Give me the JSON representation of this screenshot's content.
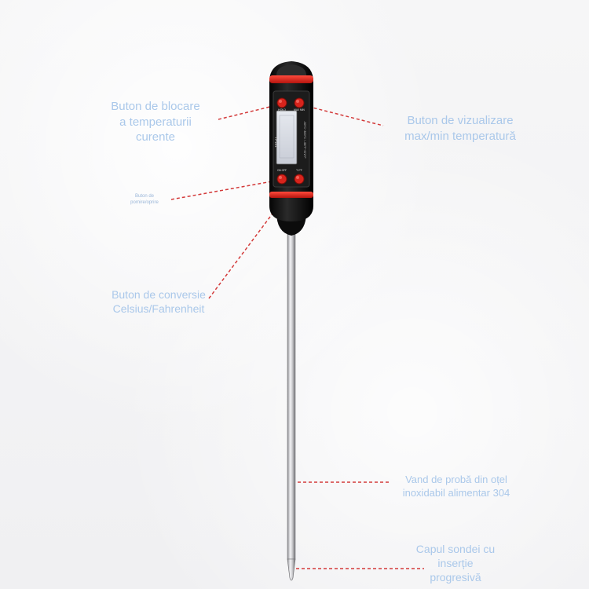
{
  "labels": {
    "lock": [
      "Buton de blocare",
      "a temperaturii",
      "curente"
    ],
    "view": [
      "Buton de vizualizare",
      "max/min temperatură"
    ],
    "power": [
      "Buton de",
      "pornire/oprire"
    ],
    "conversion": [
      "Buton de conversie",
      "Celsius/Fahrenheit"
    ],
    "probe": [
      "Vand de probă din oțel",
      "inoxidabil alimentar 304"
    ],
    "tip": [
      "Capul sondei cu",
      "inserție",
      "progresivă"
    ]
  },
  "device": {
    "model": "TP101",
    "range_text": "-50°C~300°C / -58°F~572°F",
    "button_labels": {
      "hold": "HOLD",
      "maxmin": "MAX MIN",
      "onoff": "ON OFF",
      "cf": "°C/°F"
    }
  },
  "colors": {
    "label": "#aac8ea",
    "leader": "#d33a3a",
    "body": "#141414",
    "accent": "#d8241c",
    "steel": "#c9c9cc"
  }
}
